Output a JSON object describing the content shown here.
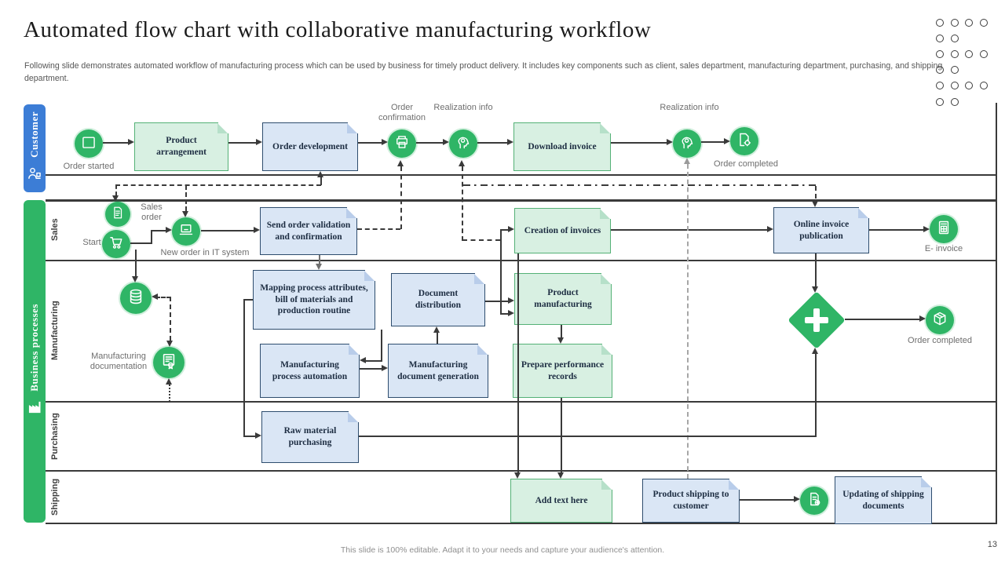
{
  "slide": {
    "title": "Automated flow chart with collaborative manufacturing workflow",
    "description": "Following slide demonstrates automated workflow of manufacturing process which can be used by business for timely product delivery. It includes key components such as client, sales department, manufacturing department, purchasing, and shipping department.",
    "footer": "This slide is 100% editable. Adapt it to your needs and capture your audience's attention.",
    "page_number": "13"
  },
  "deco": {
    "dots_rows": 3,
    "dots_cols": 6
  },
  "colors": {
    "accent_green": "#2fb566",
    "green_box_fill": "#d8f0e2",
    "green_box_border": "#54b176",
    "blue_box_fill": "#dae6f5",
    "blue_box_border": "#2e4d6e",
    "customer_bar": "#3c7dd6",
    "line": "#3a3a3a",
    "gray_line": "#a6a6a6",
    "caption_text": "#6e6e6e"
  },
  "lanes": {
    "customer": {
      "label": "Customer",
      "icon": "customer-icon"
    },
    "business": {
      "label": "Business processes",
      "icon": "factory-icon"
    },
    "rows": [
      {
        "label": "Sales"
      },
      {
        "label": "Manufacturing"
      },
      {
        "label": "Purchasing"
      },
      {
        "label": "Shipping"
      }
    ]
  },
  "boxes": {
    "product_arrangement": "Product  arrangement",
    "order_development": "Order  development",
    "download_invoice": "Download  invoice",
    "send_order_validation": "Send order validation  and confirmation",
    "creation_invoices": "Creation  of invoices",
    "online_invoice_publication": "Online invoice publication",
    "mapping_process": "Mapping  process attributes,  bill of materials  and production  routine",
    "document_distribution": "Document distribution",
    "manufacturing_process_automation": "Manufacturing process automation",
    "manufacturing_document_generation": "Manufacturing document generation",
    "product_manufacturing": "Product manufacturing",
    "prepare_performance_records": "Prepare performance records",
    "raw_material_purchasing": "Raw  material purchasing",
    "add_text_here": "Add  text  here",
    "product_shipping": "Product  shipping to customer",
    "updating_shipping_documents": "Updating  of shipping documents"
  },
  "captions": {
    "order_started": "Order started",
    "order_confirmation": "Order confirmation",
    "realization_info_1": "Realization info",
    "realization_info_2": "Realization info",
    "order_completed_customer": "Order completed",
    "sales_order": "Sales order",
    "start": "Start",
    "new_order_it": "New order in IT system",
    "e_invoice": "E- invoice",
    "manufacturing_documentation": "Manufacturing documentation",
    "order_completed_manufacturing": "Order completed"
  },
  "icons": {
    "order_started": "calendar-icon",
    "sales_order": "document-icon",
    "start": "cart-icon",
    "new_order": "laptop-icon",
    "order_confirmation": "printer-icon",
    "realization_info": "head-gear-icon",
    "order_completed_customer": "document-gear-icon",
    "e_invoice": "invoice-icon",
    "database": "database-icon",
    "manufacturing_documentation": "certificate-icon",
    "order_completed_manufacturing": "package-icon",
    "shipping_document": "document-plus-icon",
    "gateway": "plus-icon",
    "customer_bar": "customer-icon",
    "business_bar": "factory-icon"
  }
}
